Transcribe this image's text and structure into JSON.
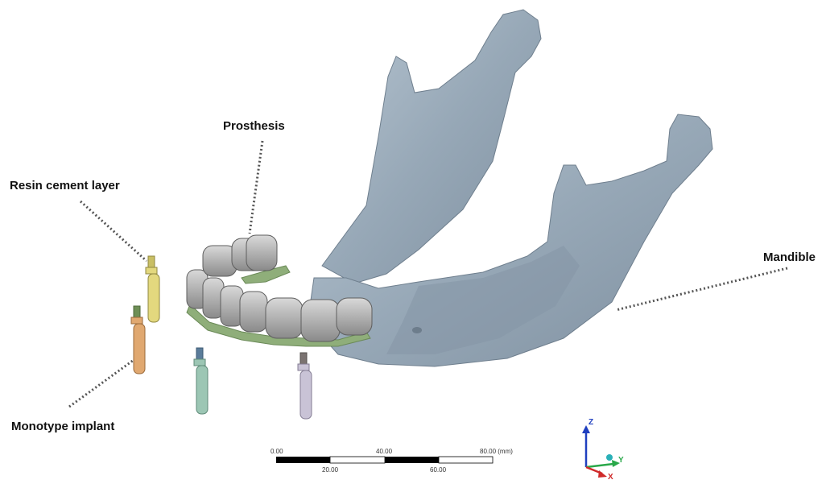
{
  "labels": {
    "prosthesis": "Prosthesis",
    "resin_cement_layer": "Resin cement layer",
    "mandible": "Mandible",
    "monotype_implant": "Monotype implant"
  },
  "scale_bar": {
    "top_ticks": [
      "0.00",
      "40.00",
      "80.00 (mm)"
    ],
    "bottom_ticks": [
      "20.00",
      "60.00"
    ]
  },
  "axes": {
    "z": "Z",
    "y": "Y",
    "x": "X"
  },
  "colors": {
    "mandible": "#9aaab8",
    "mandible_shadow": "#7e8e9d",
    "teeth": "#9a9a9a",
    "cement": "#8fae7a",
    "implant_yellow": "#e3d87e",
    "implant_orange": "#e0a870",
    "implant_teal": "#9cc6b4",
    "implant_lilac": "#c9c3d6",
    "axis_z": "#1f3fbf",
    "axis_y": "#2aa84a",
    "axis_x": "#d02a2a",
    "axis_dot": "#2ab0b8"
  }
}
